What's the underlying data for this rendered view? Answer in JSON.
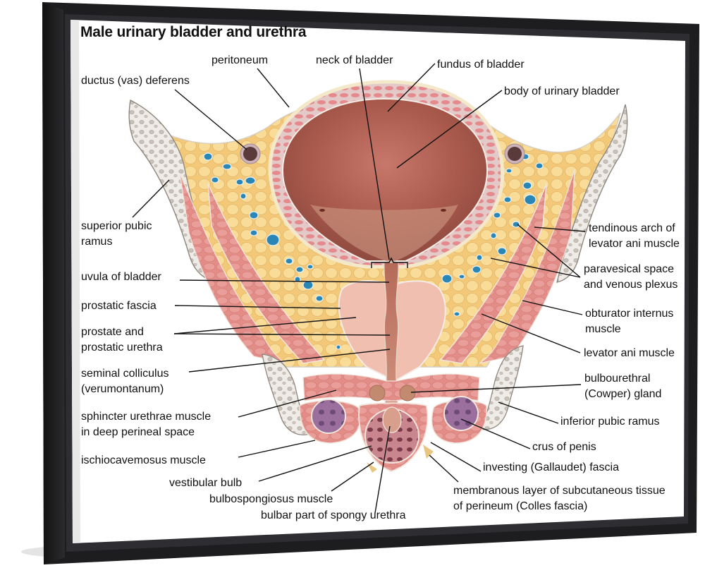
{
  "title": "Male urinary bladder and urethra",
  "colors": {
    "frame": "#1c1c1e",
    "frame_highlight": "#3a3a3d",
    "canvas": "#ffffff",
    "bladder_lumen": "#a8584a",
    "bladder_wall": "#e59a98",
    "fat": "#f5d48a",
    "vein": "#2a86b5",
    "muscle": "#e08a88",
    "bone": "#ece8e2",
    "crus": "#8a5d8e",
    "leader_line": "#111111"
  },
  "labels": {
    "peritoneum": "peritoneum",
    "neck_of_bladder": "neck of bladder",
    "fundus_of_bladder": "fundus of bladder",
    "ductus_deferens": "ductus (vas) deferens",
    "body_of_urinary_bladder": "body of urinary bladder",
    "superior_pubic_ramus": [
      "superior pubic",
      "ramus"
    ],
    "tendinous_arch": [
      "tendinous arch of",
      "levator ani muscle"
    ],
    "paravesical_space": [
      "paravesical space",
      "and venous plexus"
    ],
    "uvula_of_bladder": "uvula of bladder",
    "prostatic_fascia": "prostatic fascia",
    "obturator_internus": [
      "obturator internus",
      "muscle"
    ],
    "prostate": [
      "prostate and",
      "prostatic urethra"
    ],
    "levator_ani": "levator ani muscle",
    "seminal_colliculus": [
      "seminal colliculus",
      "(verumontanum)"
    ],
    "bulbourethral_gland": [
      "bulbourethral",
      "(Cowper) gland"
    ],
    "sphincter_urethrae": [
      "sphincter urethrae muscle",
      "in deep perineal space"
    ],
    "inferior_pubic_ramus": "inferior pubic ramus",
    "ischiocavernosus": "ischiocavemosus muscle",
    "crus_of_penis": "crus of penis",
    "vestibular_bulb": "vestibular bulb",
    "investing_fascia": "investing (Gallaudet) fascia",
    "bulbospongiosus": "bulbospongiosus muscle",
    "membranous_layer": [
      "membranous layer of subcutaneous tissue",
      "of perineum (Colles fascia)"
    ],
    "bulbar_urethra": "bulbar part of spongy urethra"
  }
}
